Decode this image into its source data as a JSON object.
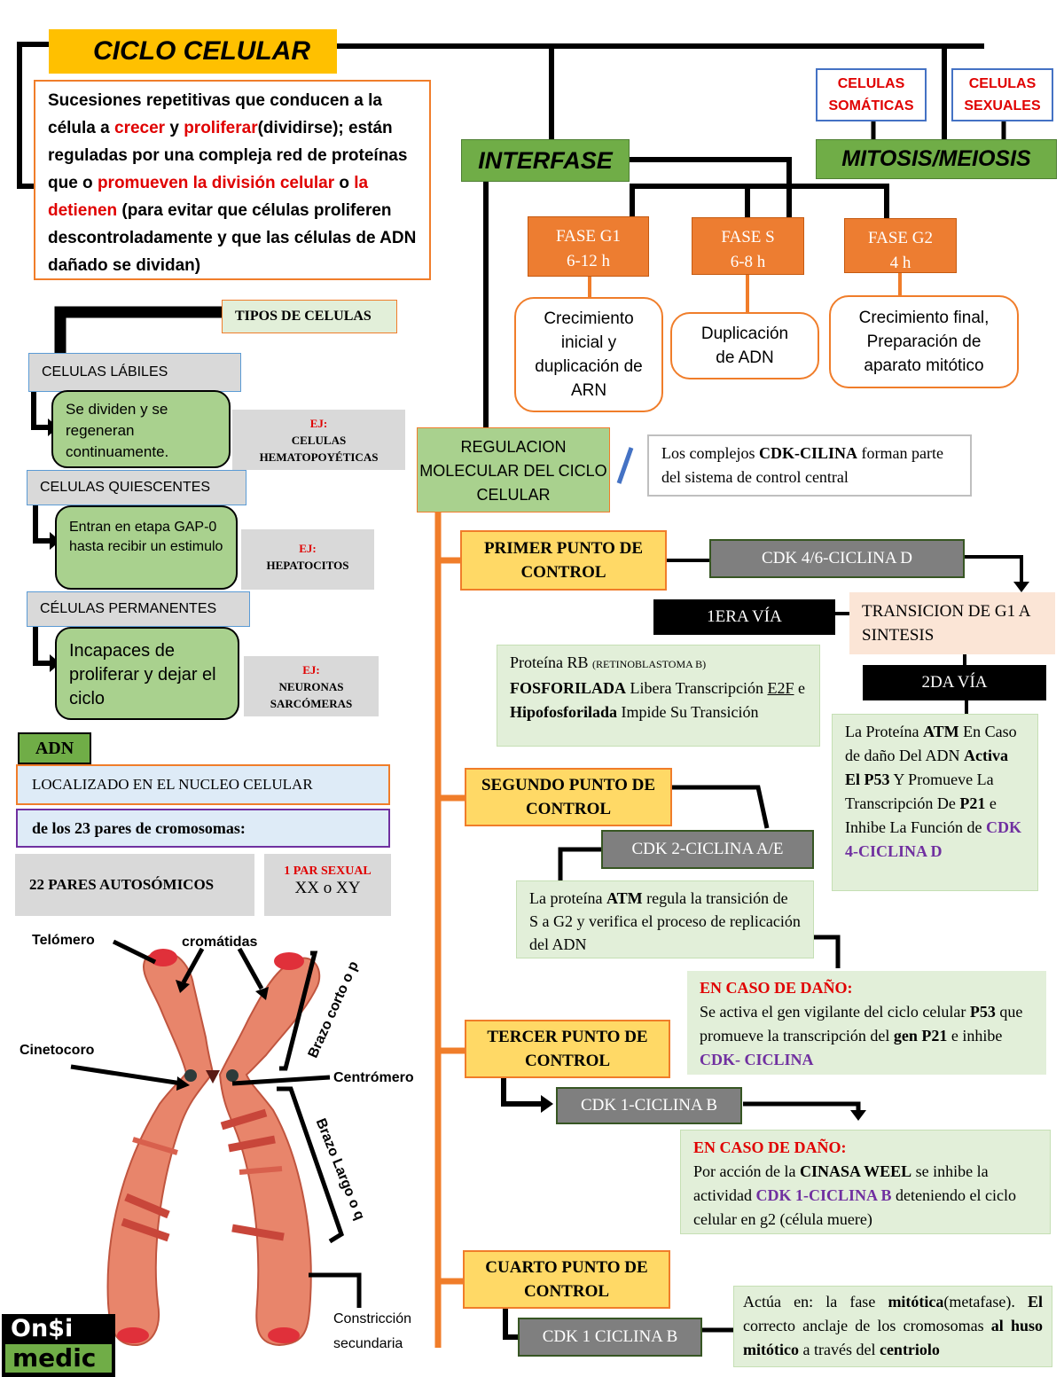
{
  "title": "CICLO CELULAR",
  "definition": {
    "p1": "Sucesiones repetitivas que conducen a la célula a ",
    "crecer": "crecer",
    "y": " y ",
    "proliferar": "proliferar",
    "p2": "(dividirse); están reguladas por una compleja red de proteínas que o ",
    "promueven": "promueven la división celular",
    "o": " o ",
    "detienen": "la detienen",
    "p3": " (para evitar que células proliferen descontroladamente y que las células de ADN dañado se dividan)"
  },
  "interfase": "INTERFASE",
  "mitosis": "MITOSIS/MEIOSIS",
  "celulas_somaticas": "CELULAS SOMÁTICAS",
  "celulas_sexuales": "CELULAS SEXUALES",
  "phases": [
    {
      "name": "FASE G1",
      "time": "6-12 h",
      "desc": "Crecimiento inicial y duplicación de ARN"
    },
    {
      "name": "FASE S",
      "time": "6-8 h",
      "desc": "Duplicación de ADN"
    },
    {
      "name": "FASE G2",
      "time": "4 h",
      "desc": "Crecimiento final, Preparación de aparato mitótico"
    }
  ],
  "tipos": {
    "header": "TIPOS DE CELULAS",
    "labiles": "CELULAS LÁBILES",
    "labiles_desc": "Se dividen y se regeneran continuamente.",
    "labiles_ej_label": "EJ:",
    "labiles_ej": "CELULAS HEMATOPOYÉTICAS",
    "quiescentes": "CELULAS QUIESCENTES",
    "quiescentes_desc": "Entran en etapa GAP-0 hasta recibir un estimulo",
    "quiescentes_ej_label": "EJ:",
    "quiescentes_ej": "HEPATOCITOS",
    "permanentes": "CÉLULAS PERMANENTES",
    "permanentes_desc": "Incapaces de proliferar y dejar el ciclo",
    "permanentes_ej_label": "EJ:",
    "permanentes_ej": "NEURONAS SARCÓMERAS"
  },
  "adn": {
    "tag": "ADN",
    "localizado": "LOCALIZADO EN EL NUCLEO CELULAR",
    "pares": "de los 23 pares de cromosomas:",
    "autosomicos": "22 PARES AUTOSÓMICOS",
    "par_sexual": "1 PAR SEXUAL",
    "xx": "XX o XY"
  },
  "chromosome_labels": {
    "telomero": "Telómero",
    "cromatidas": "cromátidas",
    "brazo_corto": "Brazo corto o p",
    "cinetocoro": "Cinetocoro",
    "centromero": "Centrómero",
    "brazo_largo": "Brazo Largo o q",
    "constriccion": "Constricción secundaria"
  },
  "logo": {
    "line1": "On$i",
    "line2": "medic"
  },
  "regulacion": {
    "title": "REGULACION MOLECULAR DEL CICLO CELULAR",
    "note_a": "Los complejos ",
    "note_b": "CDK-CILINA",
    "note_c": " forman parte del sistema de control central"
  },
  "punto1": {
    "title": "PRIMER PUNTO DE CONTROL",
    "cdk": "CDK 4/6-CICLINA D",
    "via1": "1ERA VÍA",
    "transicion": "TRANSICION DE G1 A SINTESIS",
    "via2": "2DA VÍA",
    "rb_a": "Proteína RB ",
    "rb_small": "(RETINOBLASTOMA B)",
    "rb_b": "FOSFORILADA",
    "rb_c": " Libera Transcripción ",
    "rb_e2f": "E2F",
    "rb_d": " e ",
    "rb_e": "Hipofosforilada",
    "rb_f": " Impide Su Transición",
    "atm_a": "La Proteína ",
    "atm_b": "ATM",
    "atm_c": " En Caso de daño Del ADN ",
    "atm_d": "Activa El P53",
    "atm_e": " Y Promueve La Transcripción De ",
    "atm_f": "P21",
    "atm_g": " e Inhibe La Función de ",
    "atm_h": "CDK 4-CICLINA D"
  },
  "punto2": {
    "title": "SEGUNDO PUNTO DE CONTROL",
    "cdk": "CDK 2-CICLINA A/E",
    "atm_a": "La proteína ",
    "atm_b": "ATM",
    "atm_c": " regula la transición de S a G2 y verifica el proceso de replicación del ADN",
    "dano_title": "EN CASO DE DAÑO:",
    "dano_a": "Se activa el gen vigilante del ciclo celular ",
    "dano_b": "P53",
    "dano_c": " que promueve la transcripción del ",
    "dano_d": "gen P21",
    "dano_e": " e inhibe ",
    "dano_f": "CDK- CICLINA"
  },
  "punto3": {
    "title": "TERCER PUNTO DE CONTROL",
    "cdk": "CDK 1-CICLINA B",
    "dano_title": "EN CASO DE DAÑO:",
    "dano_a": "Por acción de la ",
    "dano_b": "CINASA WEEL",
    "dano_c": " se inhibe la actividad ",
    "dano_d": "CDK 1-CICLINA B",
    "dano_e": " deteniendo el ciclo celular en g2 (célula muere)"
  },
  "punto4": {
    "title": "CUARTO PUNTO DE CONTROL",
    "cdk": "CDK 1 CICLINA B",
    "act_a": "Actúa en: la fase ",
    "act_b": "mitótica",
    "act_c": "(metafase). ",
    "act_d": "El",
    "act_e": " correcto anclaje de los cromosomas ",
    "act_f": "al huso mitótico",
    "act_g": " a través del ",
    "act_h": "centriolo"
  },
  "colors": {
    "orange": "#ed7d31",
    "green": "#70ad47",
    "yellow": "#ffd966",
    "red": "#e00000",
    "purple": "#7030a0"
  }
}
